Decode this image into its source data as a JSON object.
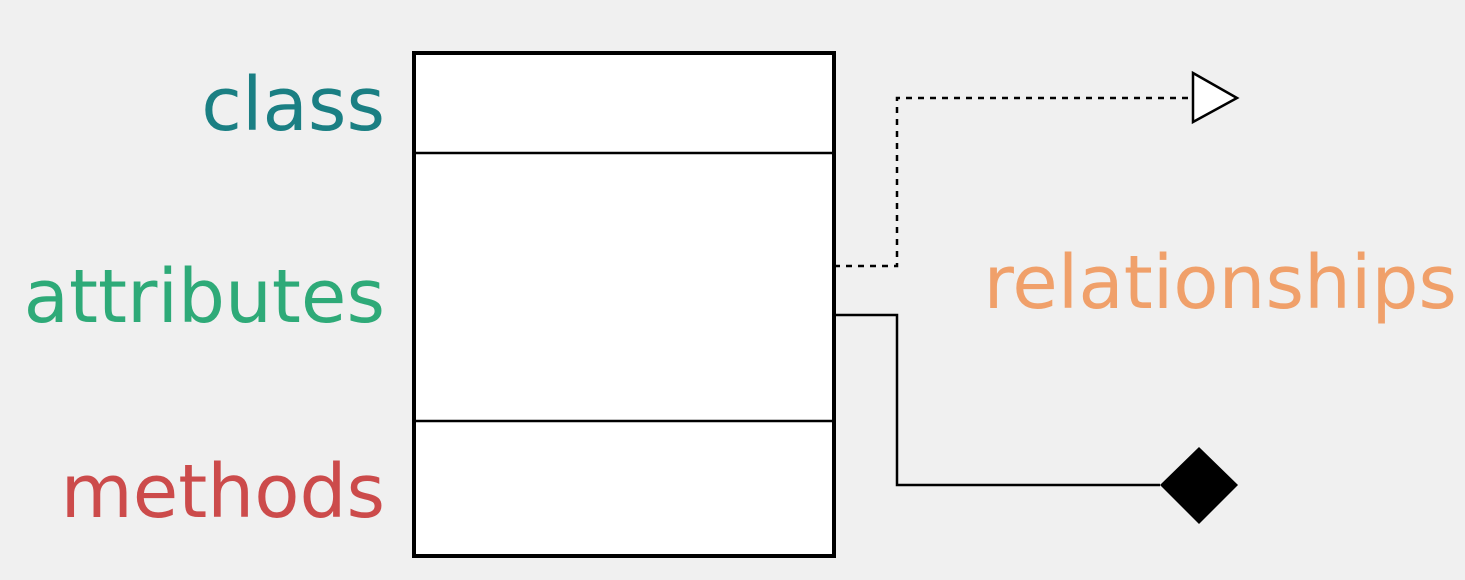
{
  "labels": {
    "class": "class",
    "attributes": "attributes",
    "methods": "methods",
    "relationships": "relationships"
  },
  "colors": {
    "background": "#f0f0f0",
    "class_label": "#1a7f83",
    "attributes_label": "#2eaa78",
    "methods_label": "#cc4b4b",
    "relationships_label": "#f0a06a",
    "box_fill": "#ffffff",
    "stroke": "#000000"
  }
}
